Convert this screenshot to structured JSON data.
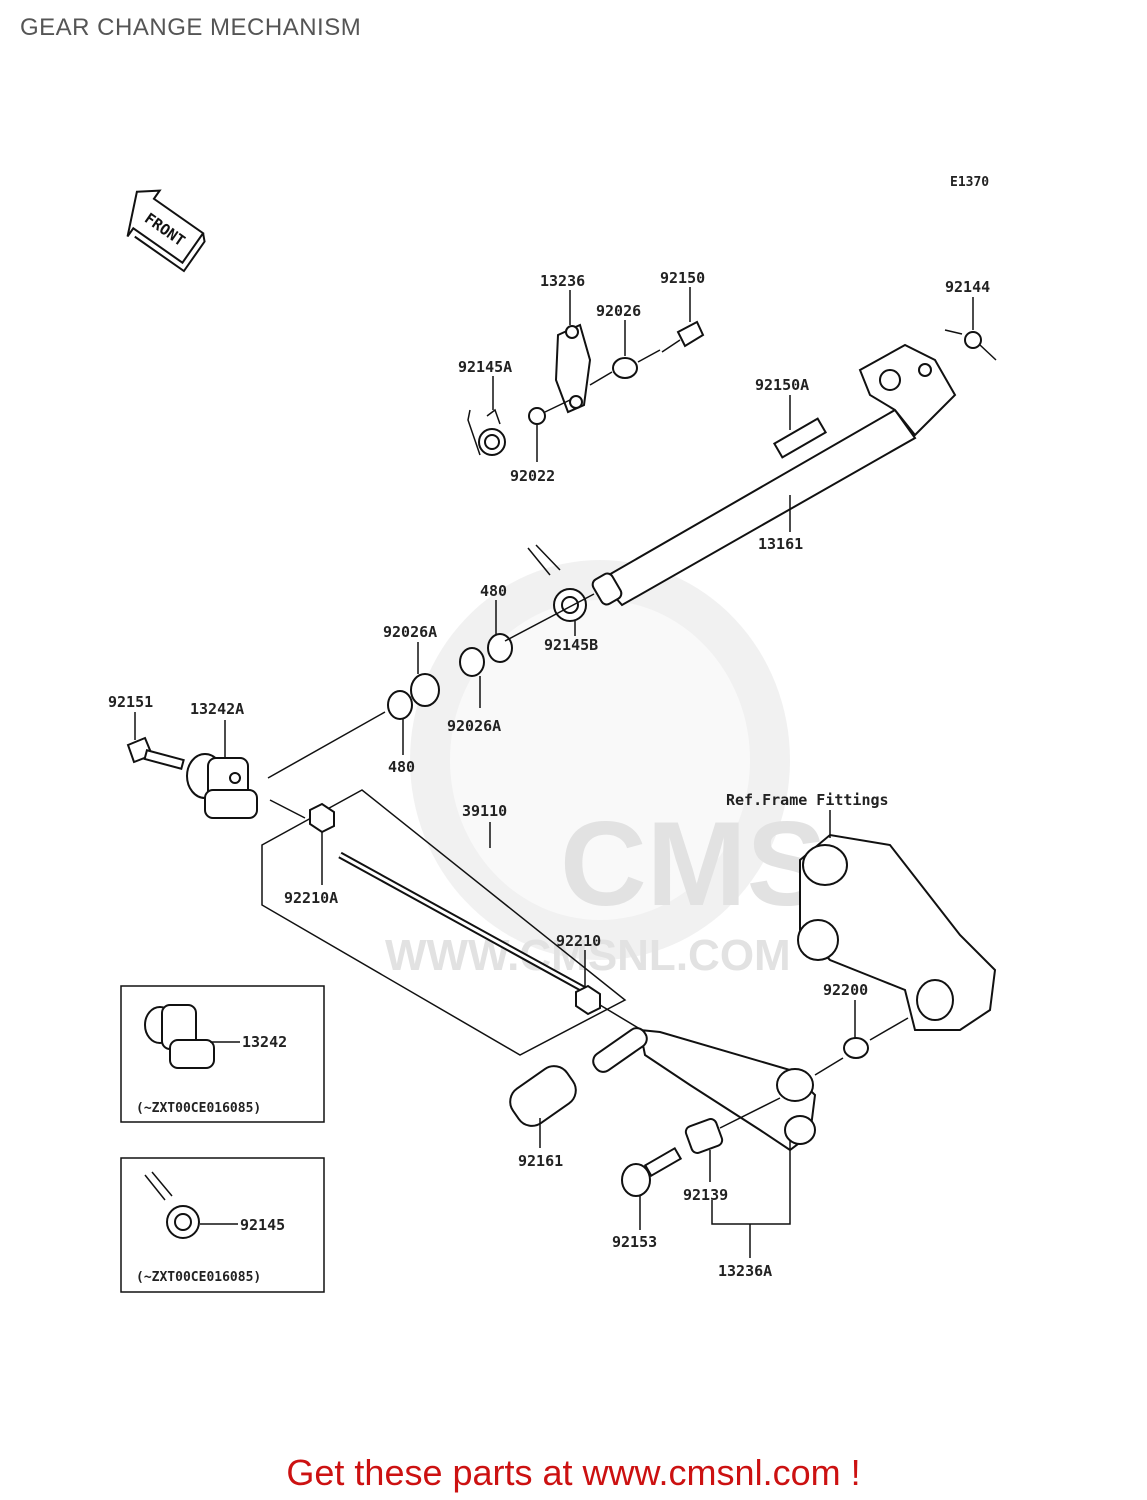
{
  "title": "GEAR CHANGE MECHANISM",
  "diagram_code": "E1370",
  "front_label": "FRONT",
  "watermark": {
    "brand": "CMS",
    "url": "WWW.CMSNL.COM"
  },
  "ref_note": "Ref.Frame Fittings",
  "parts": {
    "p13236": "13236",
    "p92150": "92150",
    "p92026": "92026",
    "p92145A": "92145A",
    "p92022": "92022",
    "p92144": "92144",
    "p92150A": "92150A",
    "p13161": "13161",
    "p480_top": "480",
    "p92145B": "92145B",
    "p92026A_top": "92026A",
    "p92026A_bottom": "92026A",
    "p480_bottom": "480",
    "p92151": "92151",
    "p13242A": "13242A",
    "p39110": "39110",
    "p92210A": "92210A",
    "p92210": "92210",
    "p92200": "92200",
    "p92161": "92161",
    "p92139": "92139",
    "p92153": "92153",
    "p13236A": "13236A"
  },
  "insets": [
    {
      "part": "13242",
      "note": "(~ZXT00CE016085)"
    },
    {
      "part": "92145",
      "note": "(~ZXT00CE016085)"
    }
  ],
  "cta": {
    "text": "Get these parts at www.cmsnl.com !"
  }
}
